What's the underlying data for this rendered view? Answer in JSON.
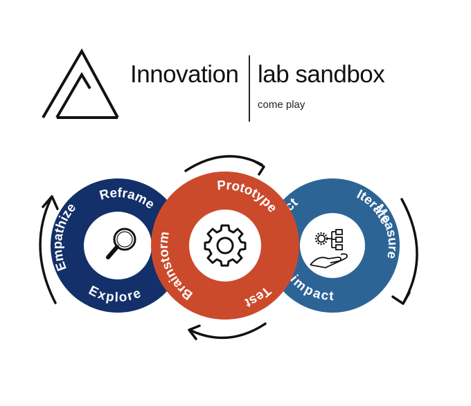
{
  "brand": {
    "name_left": "Innovation",
    "name_right": "lab sandbox",
    "tagline": "come play"
  },
  "colors": {
    "left_ring": "#13306a",
    "center_ring": "#cc4a2c",
    "right_ring": "#2d6496",
    "arrow": "#111111"
  },
  "rings": {
    "left": {
      "icon": "magnifier-icon",
      "labels": {
        "reframe": "Reframe",
        "empathize": "Empathize",
        "explore": "Explore"
      }
    },
    "center": {
      "icon": "gear-icon",
      "labels": {
        "prototype": "Prototype",
        "brainstorm": "Brainstorm",
        "test": "Test"
      }
    },
    "right": {
      "icon": "hand-network-icon",
      "labels": {
        "act": "Act",
        "iterate": "Iterate",
        "measure": "Measure",
        "impact": "impact"
      }
    }
  }
}
